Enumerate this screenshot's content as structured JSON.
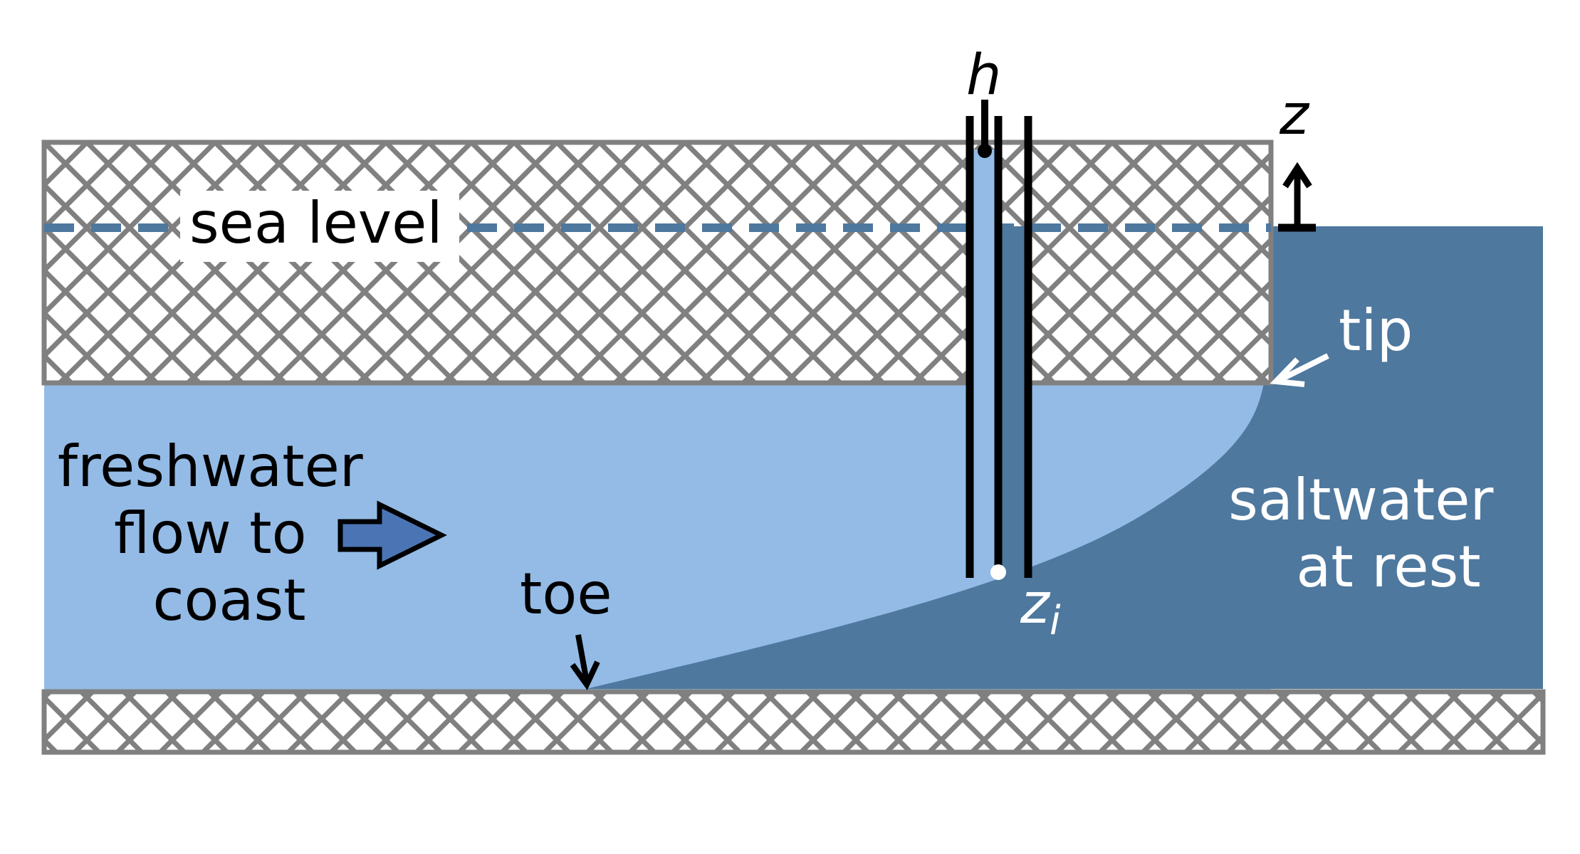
{
  "labels": {
    "sea_level": "sea level",
    "head": "h",
    "elevation": "z",
    "interface_base": "z",
    "interface_sub": "i",
    "tip": "tip",
    "toe": "toe",
    "freshwater_line1": "freshwater",
    "freshwater_line2": "flow to",
    "freshwater_line3": "coast",
    "saltwater_line1": "saltwater",
    "saltwater_line2": "at rest"
  },
  "colors": {
    "freshwater": "#93bbe6",
    "saltwater": "#4e789e",
    "flow_arrow": "#4a74b4",
    "sea_level_line": "#4e789e",
    "hatch": "#808080",
    "ink": "#000000"
  },
  "icons": {
    "flow_arrow": "right-arrow-icon",
    "elevation_arrow": "up-arrow-icon",
    "tip_pointer": "pointer-arrow-icon",
    "toe_pointer": "pointer-arrow-icon"
  }
}
